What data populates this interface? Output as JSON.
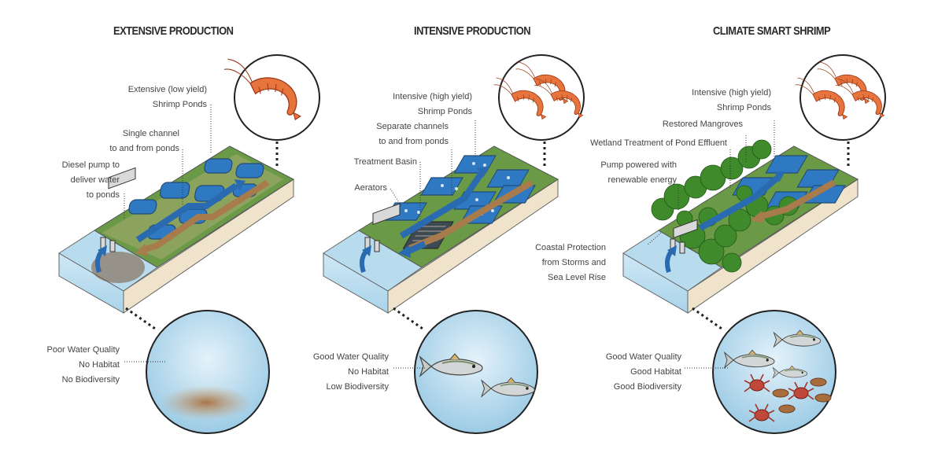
{
  "colors": {
    "water": "#b9dcee",
    "water_dark": "#7fbad8",
    "soil": "#efe3cc",
    "grass": "#5f8f3e",
    "pond": "#2f7fc4",
    "arrow_blue": "#2a6ab1",
    "arrow_brown": "#a77b4c",
    "mangrove": "#3f8a2b",
    "shrimp": "#e1683a"
  },
  "panels": [
    {
      "title": "EXTENSIVE PRODUCTION",
      "labels": {
        "ponds": [
          "Extensive (low yield)",
          "Shrimp Ponds"
        ],
        "channel": [
          "Single channel",
          "to and from ponds"
        ],
        "pump": [
          "Diesel pump to",
          "deliver water",
          "to ponds"
        ]
      },
      "water_labels": [
        "Poor Water Quality",
        "No Habitat",
        "No Biodiversity"
      ],
      "shrimp_icon": "shrimp-single-icon",
      "underwater_icon": "polluted-sediment-icon"
    },
    {
      "title": "INTENSIVE PRODUCTION",
      "labels": {
        "ponds": [
          "Intensive (high yield)",
          "Shrimp Ponds"
        ],
        "channels": [
          "Separate channels",
          "to and from ponds"
        ],
        "basin": [
          "Treatment Basin"
        ],
        "aerators": [
          "Aerators"
        ]
      },
      "water_labels": [
        "Good Water Quality",
        "No Habitat",
        "Low Biodiversity"
      ],
      "shrimp_icon": "shrimp-group-icon",
      "underwater_icon": "fish-icon"
    },
    {
      "title": "CLIMATE SMART SHRIMP",
      "labels": {
        "ponds": [
          "Intensive (high yield)",
          "Shrimp Ponds"
        ],
        "mangroves": [
          "Restored Mangroves"
        ],
        "wetland": [
          "Wetland Treatment of Pond Effluent"
        ],
        "pump": [
          "Pump powered with",
          "renewable energy"
        ],
        "coastal": [
          "Coastal Protection",
          "from Storms and",
          "Sea Level Rise"
        ]
      },
      "water_labels": [
        "Good Water Quality",
        "Good Habitat",
        "Good Biodiversity"
      ],
      "shrimp_icon": "shrimp-group-icon",
      "underwater_icon": "fish-crab-shellfish-icon"
    }
  ]
}
